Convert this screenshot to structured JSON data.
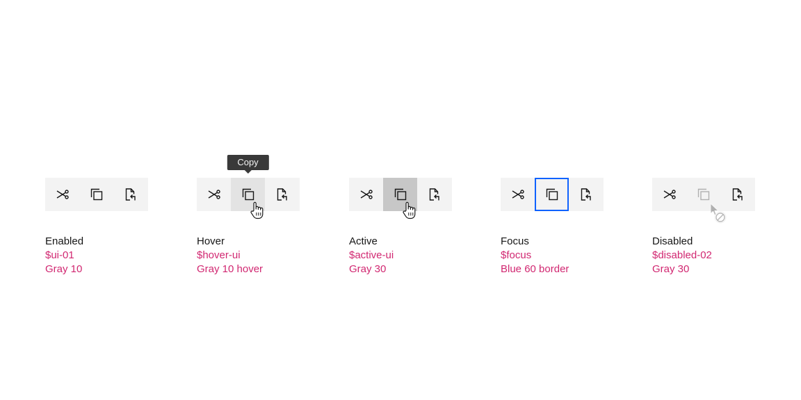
{
  "tooltip_label": "Copy",
  "icons": [
    "cut-icon",
    "copy-icon",
    "paste-icon"
  ],
  "variants": [
    {
      "title": "Enabled",
      "token": "$ui-01",
      "color_name": "Gray 10",
      "state": "enabled",
      "bg": "#f3f3f3"
    },
    {
      "title": "Hover",
      "token": "$hover-ui",
      "color_name": "Gray 10 hover",
      "state": "hover",
      "bg": "#e3e3e3"
    },
    {
      "title": "Active",
      "token": "$active-ui",
      "color_name": "Gray 30",
      "state": "active",
      "bg": "#c7c7c7"
    },
    {
      "title": "Focus",
      "token": "$focus",
      "color_name": "Blue 60 border",
      "state": "focus",
      "border": "#0f62fe"
    },
    {
      "title": "Disabled",
      "token": "$disabled-02",
      "color_name": "Gray 30",
      "state": "disabled"
    }
  ],
  "colors": {
    "toolbar_bg": "#f3f3f3",
    "token_text": "#d12771",
    "title_text": "#161616",
    "tooltip_bg": "#393939",
    "focus_border": "#0f62fe"
  }
}
